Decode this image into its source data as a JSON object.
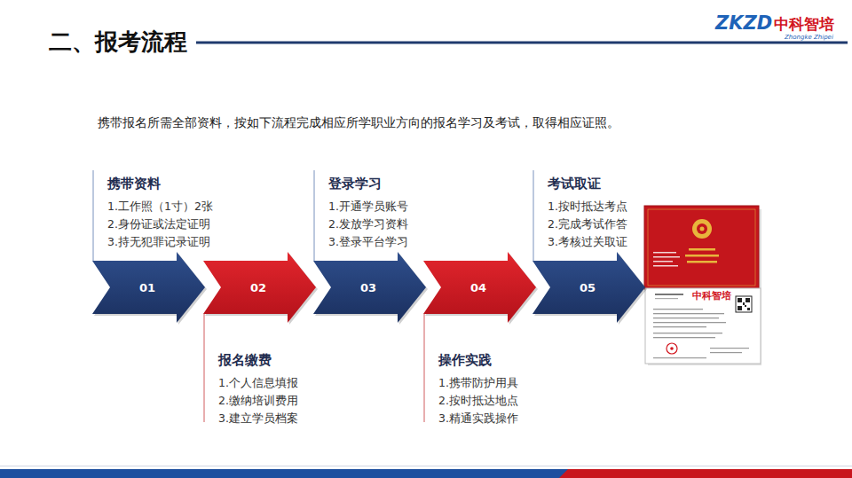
{
  "diagram": {
    "title": "二、报考流程",
    "nodes": [
      {
        "text": [
          "携带资料",
          "1.工作照（1寸）2张",
          "2.身份证或法定证明",
          "3.持无犯罪记录证明",
          "01"
        ]
      },
      {
        "text": [
          "报名缴费",
          "1.个人信息填报",
          "2.缴纳培训费用",
          "3.建立学员档案",
          "02"
        ]
      },
      {
        "text": [
          "登录学习",
          "1.开通学员账号",
          "2.发放学习资料",
          "3.登录平台学习",
          "03"
        ]
      },
      {
        "text": [
          "操作实践",
          "1.携带防护用具",
          "2.按时抵达地点",
          "3.精通实践操作",
          "04"
        ]
      },
      {
        "text": [
          "考试取证",
          "1.按时抵达考点",
          "2.完成考试作答",
          "3.考核过关取证",
          "05"
        ]
      }
    ],
    "labels": [
      "携带报名所需全部资料，按如下流程完成相应所学职业方向的报名学习及考试，取得相应证照。",
      "ZKZD",
      "中科智培",
      "Zhongke Zhipei",
      "中科智培"
    ]
  }
}
